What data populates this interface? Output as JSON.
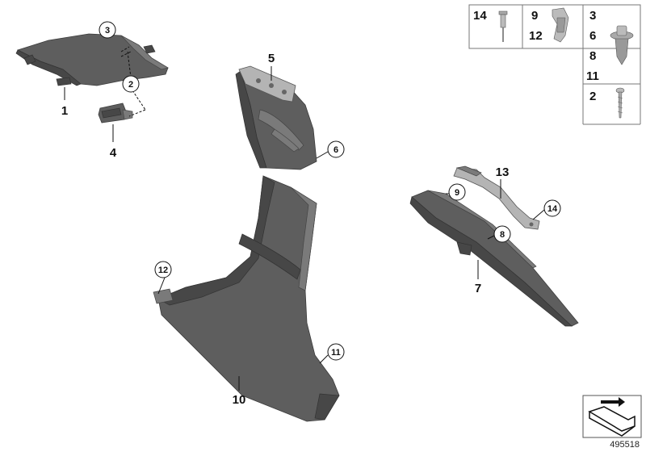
{
  "callouts": {
    "c1": "1",
    "c2": "2",
    "c3": "3",
    "c4": "4",
    "c5": "5",
    "c6": "6",
    "c7": "7",
    "c8": "8",
    "c9": "9",
    "c10": "10",
    "c11": "11",
    "c12": "12",
    "c13": "13",
    "c14": "14"
  },
  "legend_table": {
    "cell_a": "14",
    "cell_b": [
      "9",
      "12"
    ],
    "cell_c": [
      "3",
      "6",
      "8",
      "11"
    ],
    "cell_d": "2"
  },
  "reference_number": "495518",
  "icons": [
    "blind-rivet-icon",
    "spring-clip-icon",
    "expanding-rivet-icon",
    "screw-icon",
    "view-direction-icon"
  ]
}
